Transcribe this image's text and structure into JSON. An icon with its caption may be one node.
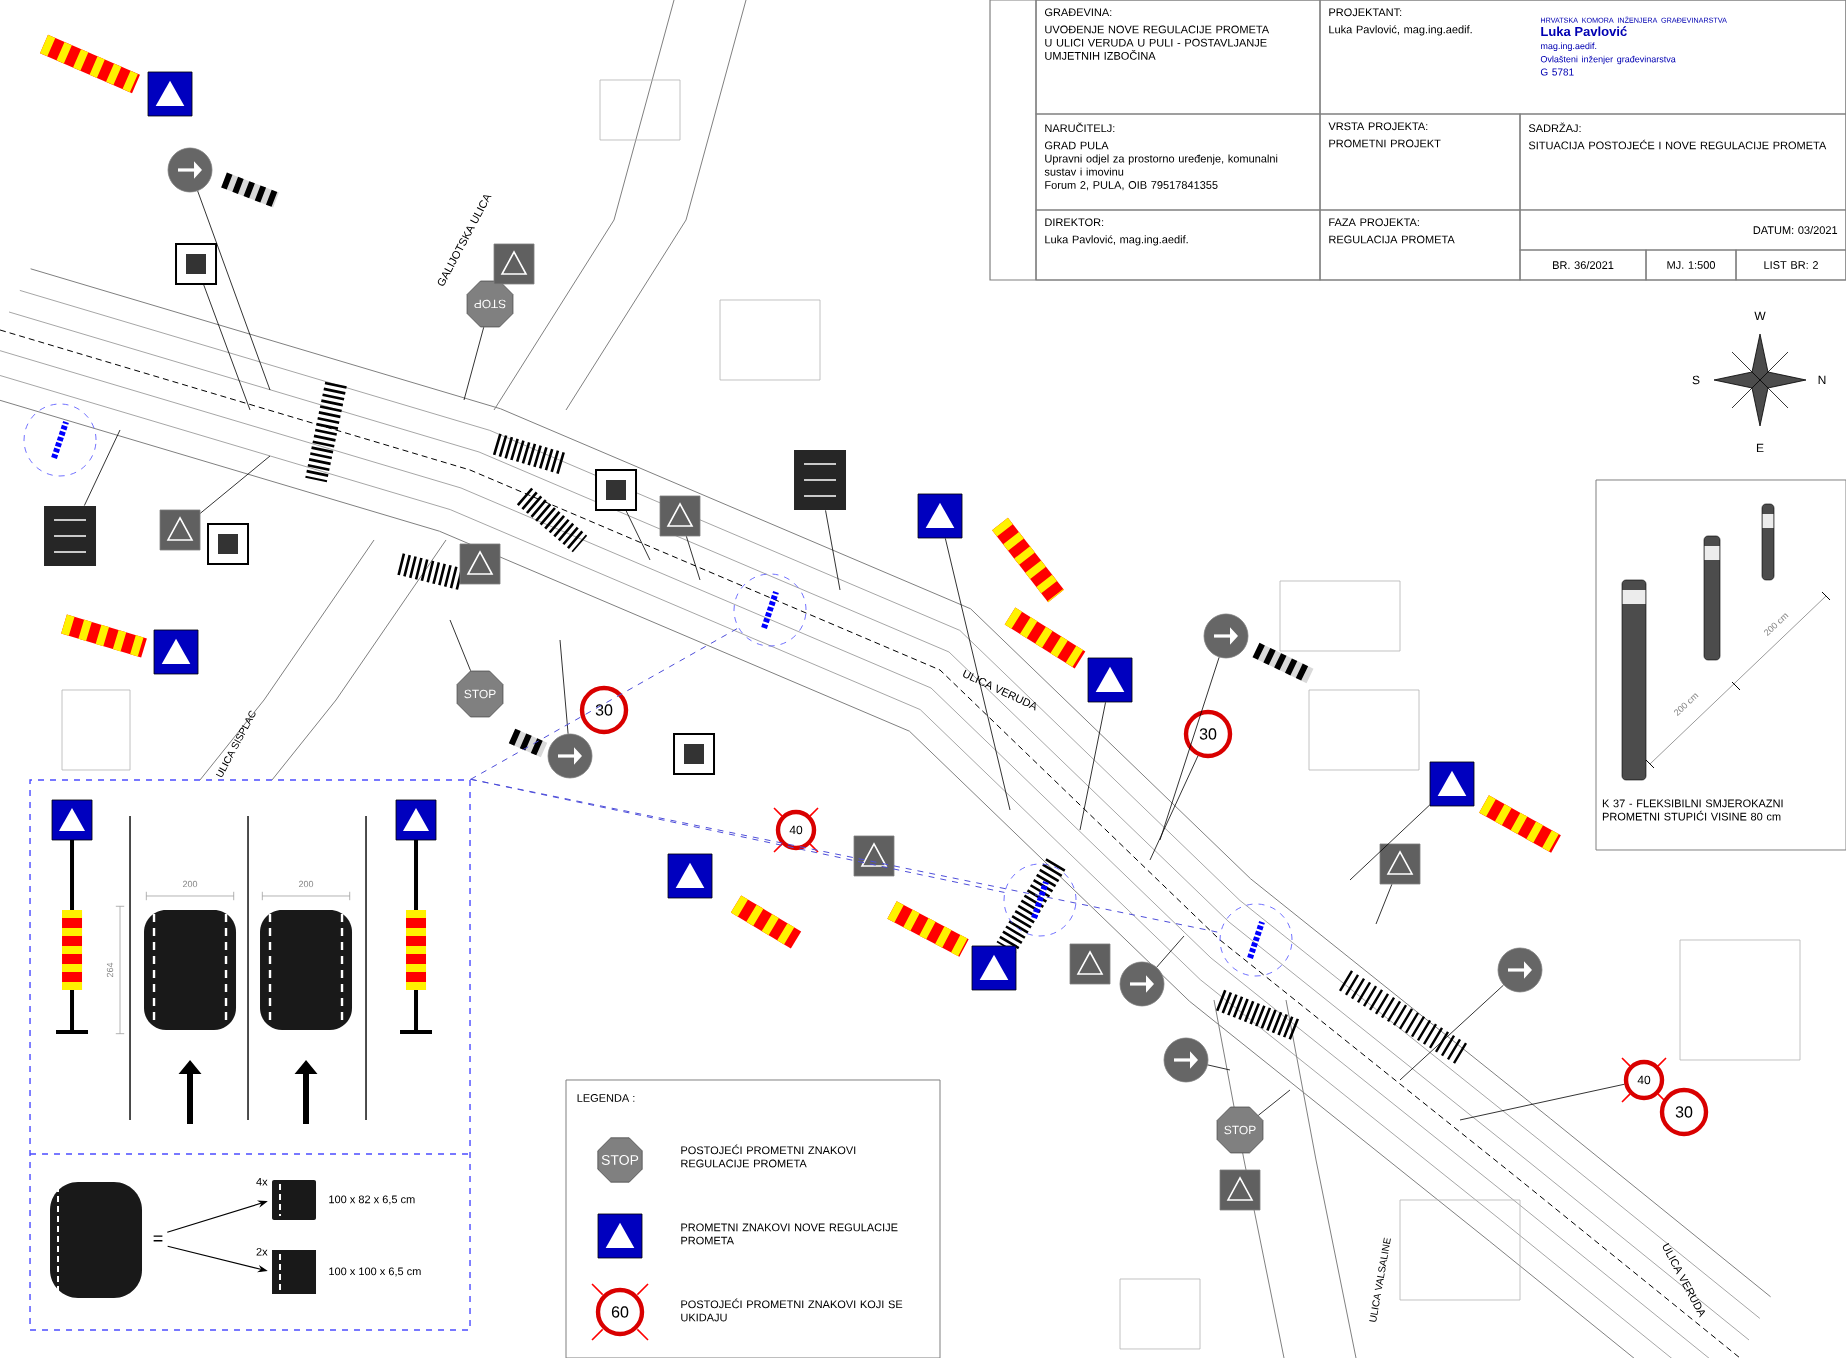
{
  "diagram": {
    "nodes": [
      {
        "text": [
          "GRAĐEVINA:",
          "UVOĐENJE NOVE REGULACIJE PROMETA U ULICI VERUDA U PULI - POSTAVLJANJE UMJETNIH IZBOČINA"
        ]
      },
      {
        "text": [
          "PROJEKTANT:",
          "Luka Pavlović, mag.ing.aedif."
        ]
      },
      {
        "text": [
          "HRVATSKA KOMORA INŽENJERA GRAĐEVINARSTVA",
          "Luka Pavlović",
          "mag.ing.aedif.",
          "Ovlašteni inženjer građevinarstva",
          "G 5781"
        ],
        "in": 1
      },
      {
        "text": [
          "NARUČITELJ:",
          "GRAD PULA",
          "Upravni odjel za prostorno uređenje, komunalni sustav i imovinu",
          "Forum 2, PULA, OIB 79517841355"
        ]
      },
      {
        "text": [
          "VRSTA PROJEKTA:",
          "PROMETNI PROJEKT"
        ]
      },
      {
        "text": [
          "SADRŽAJ:",
          "SITUACIJA POSTOJEĆE I NOVE REGULACIJE PROMETA"
        ]
      },
      {
        "text": [
          "DIREKTOR:",
          "Luka Pavlović, mag.ing.aedif."
        ]
      },
      {
        "text": [
          "FAZA PROJEKTA:",
          "REGULACIJA PROMETA"
        ]
      },
      {
        "text": [
          "DATUM: 03/2021"
        ]
      },
      {
        "text": [
          "BR. 36/2021"
        ]
      },
      {
        "text": [
          "MJ. 1:500"
        ]
      },
      {
        "text": [
          "LIST BR: 2"
        ]
      },
      {
        "text": [],
        "shape": "box"
      },
      {
        "text": [],
        "shape": "picture",
        "in": 12
      },
      {
        "text": [],
        "shape": "picture",
        "beside": [
          "4x",
          "100 x 82 x 6,5 cm"
        ],
        "in": 12
      },
      {
        "text": [],
        "shape": "picture",
        "beside": [
          "2x",
          "100 x 100 x 6,5 cm"
        ],
        "in": 12
      },
      {
        "text": [],
        "shape": "box"
      },
      {
        "text": [],
        "shape": "circle"
      },
      {
        "text": [],
        "shape": "box"
      },
      {
        "text": [
          "STOP"
        ]
      },
      {
        "text": [],
        "shape": "box"
      },
      {
        "text": [],
        "shape": "box"
      },
      {
        "text": [],
        "shape": "box"
      },
      {
        "text": [],
        "shape": "box"
      },
      {
        "text": [],
        "shape": "box"
      },
      {
        "text": [],
        "shape": "box"
      },
      {
        "text": [],
        "shape": "box"
      },
      {
        "text": [],
        "shape": "box"
      },
      {
        "text": [],
        "shape": "box"
      },
      {
        "text": [
          "STOP"
        ]
      },
      {
        "text": [
          "30"
        ]
      },
      {
        "text": [],
        "shape": "circle"
      },
      {
        "text": [],
        "shape": "box"
      },
      {
        "text": [],
        "shape": "box"
      },
      {
        "text": [],
        "shape": "box"
      },
      {
        "text": [],
        "shape": "circle"
      },
      {
        "text": [
          "30"
        ]
      },
      {
        "text": [
          "40"
        ]
      },
      {
        "text": [],
        "shape": "box"
      },
      {
        "text": [],
        "shape": "box"
      },
      {
        "text": [],
        "shape": "box"
      },
      {
        "text": [],
        "shape": "box"
      },
      {
        "text": [],
        "shape": "box"
      },
      {
        "text": [],
        "shape": "box"
      },
      {
        "text": [],
        "shape": "circle"
      },
      {
        "text": [],
        "shape": "circle"
      },
      {
        "text": [
          "STOP"
        ]
      },
      {
        "text": [],
        "shape": "box"
      },
      {
        "text": [],
        "shape": "circle"
      },
      {
        "text": [
          "40"
        ]
      },
      {
        "text": [
          "30"
        ]
      },
      {
        "text": [],
        "shape": "circle"
      },
      {
        "text": [],
        "shape": "circle"
      },
      {
        "text": [],
        "shape": "circle"
      },
      {
        "text": [],
        "shape": "circle"
      },
      {
        "text": [],
        "shape": "box"
      },
      {
        "text": [],
        "shape": "box"
      },
      {
        "text": [],
        "shape": "box"
      },
      {
        "text": [],
        "shape": "box"
      },
      {
        "text": [],
        "shape": "box"
      },
      {
        "text": [],
        "shape": "box"
      },
      {
        "text": [],
        "shape": "box"
      },
      {
        "text": [],
        "shape": "box"
      }
    ],
    "edges": [
      {
        "from": 13,
        "to": 14,
        "arrow": "to"
      },
      {
        "from": 13,
        "to": 15,
        "arrow": "to"
      },
      {
        "from": 17,
        "to": null,
        "arrow": "none"
      },
      {
        "from": 18,
        "to": null,
        "arrow": "none"
      },
      {
        "from": 19,
        "to": null,
        "arrow": "none"
      },
      {
        "from": 21,
        "to": null,
        "arrow": "none"
      },
      {
        "from": 22,
        "to": null,
        "arrow": "none"
      },
      {
        "from": 25,
        "to": null,
        "arrow": "none"
      },
      {
        "from": 26,
        "to": null,
        "arrow": "none"
      },
      {
        "from": 27,
        "to": null,
        "arrow": "none"
      },
      {
        "from": 29,
        "to": null,
        "arrow": "none"
      },
      {
        "from": 31,
        "to": null,
        "arrow": "none"
      },
      {
        "from": 33,
        "to": null,
        "arrow": "none"
      },
      {
        "from": 34,
        "to": null,
        "arrow": "none"
      },
      {
        "from": 35,
        "to": null,
        "arrow": "none"
      },
      {
        "from": 36,
        "to": null,
        "arrow": "none"
      },
      {
        "from": 41,
        "to": null,
        "arrow": "none"
      },
      {
        "from": 42,
        "to": null,
        "arrow": "none"
      },
      {
        "from": 44,
        "to": null,
        "arrow": "none"
      },
      {
        "from": 45,
        "to": null,
        "arrow": "none"
      },
      {
        "from": 46,
        "to": null,
        "arrow": "none"
      },
      {
        "from": 48,
        "to": null,
        "arrow": "none"
      },
      {
        "from": 49,
        "to": null,
        "arrow": "none"
      },
      {
        "from": 12,
        "to": 52,
        "arrow": "none",
        "style": "dashed",
        "color": "#4d4dd9"
      },
      {
        "from": 12,
        "to": 53,
        "arrow": "none",
        "style": "dashed",
        "color": "#4d4dd9"
      },
      {
        "from": 12,
        "to": 54,
        "arrow": "none",
        "style": "dashed",
        "color": "#4d4dd9"
      }
    ],
    "labels": [
      "GALIJOTSKA ULICA",
      "ULICA SISPLAC",
      "ULICA VERUDA",
      "ULICA VALSALINE",
      "ULICA VERUDA",
      "W",
      "S",
      "N",
      "E",
      "200 cm",
      "200 cm",
      "K 37 - FLEKSIBILNI SMJEROKAZNI PROMETNI STUPIĆI VISINE 80 cm",
      "200",
      "200",
      "264",
      "=",
      "LEGENDA :",
      "STOP",
      "60"
    ],
    "legend": [
      {
        "text": "POSTOJEĆI PROMETNI ZNAKOVI REGULACIJE PROMETA"
      },
      {
        "text": "PROMETNI ZNAKOVI NOVE REGULACIJE PROMETA"
      },
      {
        "text": "POSTOJEĆI PROMETNI ZNAKOVI KOJI SE UKIDAJU"
      }
    ]
  }
}
